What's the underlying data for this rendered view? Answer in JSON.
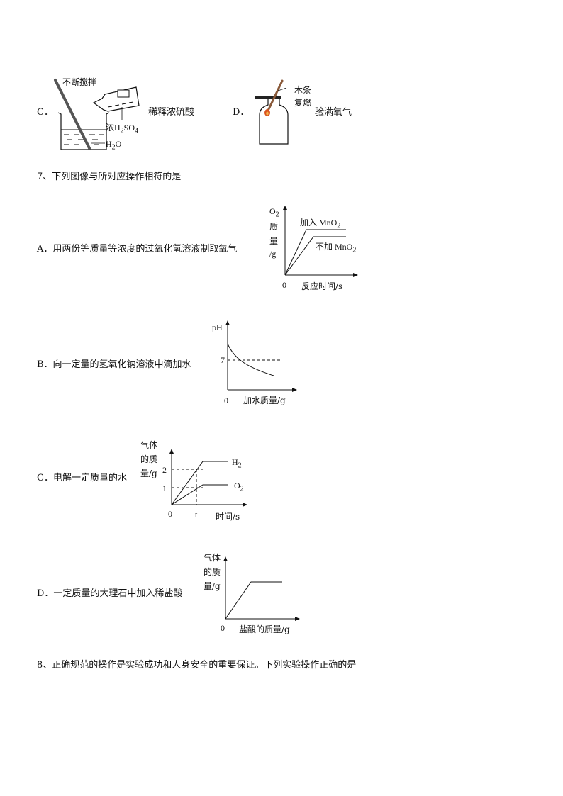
{
  "q6": {
    "optC": {
      "letter": "C．",
      "caption": "稀释浓硫酸",
      "stir_label": "不断搅拌",
      "acid_prefix": "浓H",
      "acid_sub1": "2",
      "acid_mid": "SO",
      "acid_sub2": "4",
      "water_prefix": "H",
      "water_sub": "2",
      "water_suffix": "O"
    },
    "optD": {
      "letter": "D．",
      "caption": "验满氧气",
      "stick_label": "木条",
      "relight_label": "复燃"
    }
  },
  "q7": {
    "stem": "7、下列图像与所对应操作相符的是",
    "optA": {
      "text": "A．用两份等质量等浓度的过氧化氢溶液制取氧气",
      "y_o": "O",
      "y_o_sub": "2",
      "y_l1": "质",
      "y_l2": "量",
      "y_l3": "/g",
      "origin": "0",
      "xlabel": "反应时间/s",
      "series1_prefix": "加入 MnO",
      "series1_sub": "2",
      "series2_prefix": "不加 MnO",
      "series2_sub": "2"
    },
    "optB": {
      "text": "B．向一定量的氢氧化钠溶液中滴加水",
      "ylabel": "pH",
      "tick7": "7",
      "origin": "0",
      "xlabel": "加水质量/g"
    },
    "optC": {
      "text": "C．电解一定质量的水",
      "y_l1": "气体",
      "y_l2": "的质",
      "y_l3": "量/g",
      "tick2": "2",
      "tick1": "1",
      "origin": "0",
      "tick_t": "t",
      "xlabel": "时间/s",
      "h2_prefix": "H",
      "h2_sub": "2",
      "o2_prefix": "O",
      "o2_sub": "2"
    },
    "optD": {
      "text": "D．一定质量的大理石中加入稀盐酸",
      "y_l1": "气体",
      "y_l2": "的质",
      "y_l3": "量/g",
      "origin": "0",
      "xlabel": "盐酸的质量/g"
    }
  },
  "q8": {
    "stem": "8、正确规范的操作是实验成功和人身安全的重要保证。下列实验操作正确的是"
  }
}
